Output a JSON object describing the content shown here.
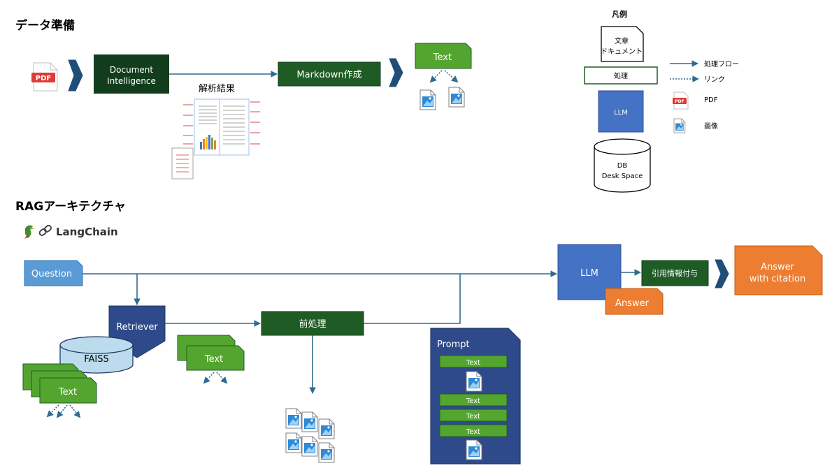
{
  "sections": {
    "data_prep": "データ準備",
    "rag": "RAGアーキテクチャ"
  },
  "brand": {
    "langchain": "LangChain",
    "logo_icons": [
      "parrot-icon",
      "chain-link-icon"
    ]
  },
  "prep": {
    "document_intelligence": [
      "Document",
      "Intelligence"
    ],
    "parse_result": "解析結果",
    "markdown": "Markdown作成",
    "text": "Text"
  },
  "legend": {
    "title": "凡例",
    "document": [
      "文章",
      "ドキュメント"
    ],
    "process": "処理",
    "llm": "LLM",
    "db": [
      "DB",
      "Desk Space"
    ],
    "flow": "処理フロー",
    "link": "リンク",
    "pdf": "PDF",
    "image": "画像"
  },
  "rag": {
    "question": "Question",
    "retriever": "Retriever",
    "faiss": "FAISS",
    "text": "Text",
    "preprocess": "前処理",
    "prompt": "Prompt",
    "prompt_items": [
      "Text",
      "Text",
      "Text",
      "Text"
    ],
    "llm": "LLM",
    "answer": "Answer",
    "citation": "引用情報付与",
    "final": [
      "Answer",
      "with citation"
    ]
  },
  "icons": {
    "pdf_label": "PDF"
  },
  "colors": {
    "dark_green": "#1f5c25",
    "green": "#54a530",
    "darkest_green": "#123d1c",
    "navy": "#2e4a8a",
    "blue": "#4472c4",
    "light_blue": "#5b9bd5",
    "orange": "#ed7d31",
    "arrow": "#2e6c8f",
    "faiss": "#bcdcee",
    "pdf_red": "#e03a36"
  }
}
